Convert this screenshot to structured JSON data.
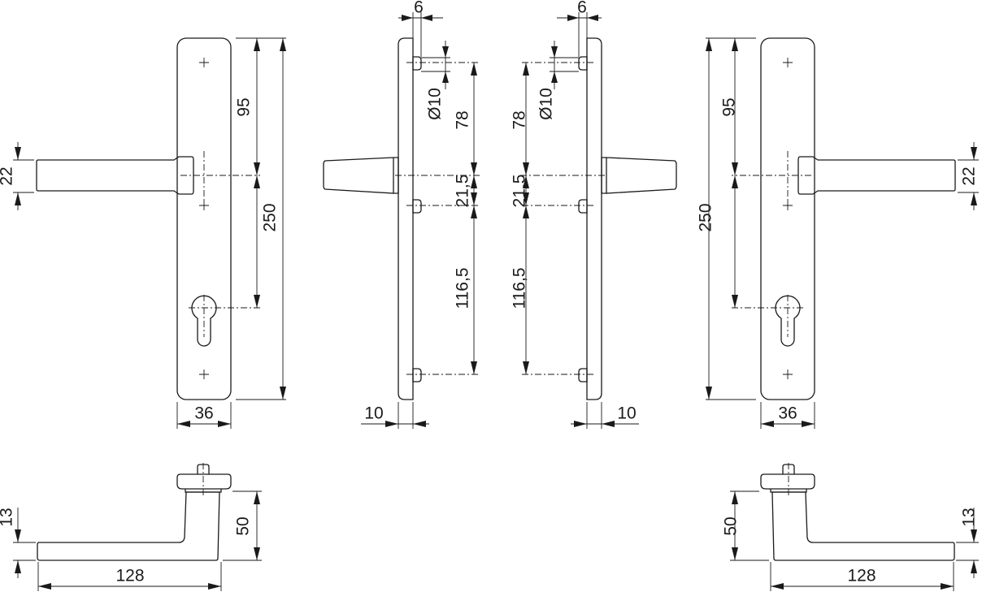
{
  "drawing": {
    "left": {
      "front": {
        "height": "250",
        "to_lever_axis": "95",
        "lever_width": "22",
        "plate_width": "36"
      },
      "side": {
        "projection": "6",
        "pin_diameter": "Ø10",
        "upper_spacing": "78",
        "mid_spacing": "21,5",
        "lower_spacing": "116,5",
        "plate_thickness": "10"
      },
      "top": {
        "lever_thickness": "13",
        "lever_projection": "50",
        "lever_length": "128"
      }
    },
    "right": {
      "front": {
        "height": "250",
        "to_lever_axis": "95",
        "lever_width": "22",
        "plate_width": "36"
      },
      "side": {
        "projection": "6",
        "pin_diameter": "Ø10",
        "upper_spacing": "78",
        "mid_spacing": "21,5",
        "lower_spacing": "116,5",
        "plate_thickness": "10"
      },
      "top": {
        "lever_thickness": "13",
        "lever_projection": "50",
        "lever_length": "128"
      }
    }
  }
}
